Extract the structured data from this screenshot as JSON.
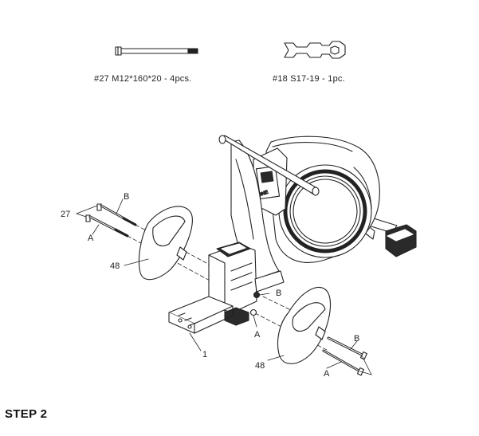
{
  "hardware": [
    {
      "id": "bolt-27",
      "name": "#27 M12*160*20 - 4pcs."
    },
    {
      "id": "wrench-18",
      "name": "#18 S17-19 - 1pc."
    }
  ],
  "callouts": {
    "part_27": "27",
    "bolt_b": "B",
    "bolt_a": "A",
    "part_48": "48",
    "part_1": "1"
  },
  "step_title": "STEP 2",
  "colors": {
    "line": "#222222",
    "fill_dark": "#2a2a2a",
    "fill_light": "#ffffff"
  }
}
